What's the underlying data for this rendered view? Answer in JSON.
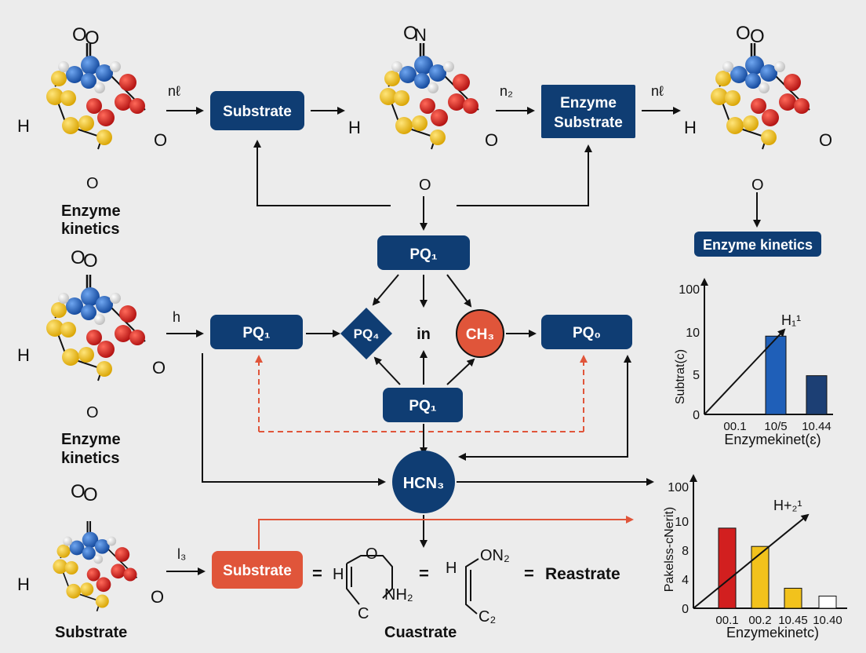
{
  "colors": {
    "navy": "#0f3d73",
    "orange": "#e0553a",
    "red": "#d21f1f",
    "yellow": "#f2c21c",
    "blue": "#1f5fb8",
    "darkblue": "#1c3f74",
    "arrow": "#111111",
    "dashed": "#e0553a"
  },
  "molecules": {
    "m1": {
      "top": "O",
      "top2": "O",
      "left": "H",
      "right": "O",
      "bottom": "O"
    },
    "m2": {
      "top": "O",
      "top2": "N",
      "left": "H",
      "right": "O",
      "bottom": "O"
    },
    "m3": {
      "top": "O",
      "top2": "O",
      "left": "H",
      "right": "O",
      "bottom": "O"
    },
    "m4": {
      "top": "O",
      "top2": "O",
      "left": "H",
      "right": "O",
      "bottom": "O"
    },
    "m5": {
      "top": "O",
      "top2": "O",
      "left": "H",
      "right": "O"
    }
  },
  "labels": {
    "enzyme_kinetics_1a": "Enzyme",
    "enzyme_kinetics_1b": "kinetics",
    "enzyme_kinetics_2a": "Enzyme",
    "enzyme_kinetics_2b": "kinetics",
    "substrate_bottom": "Substrate",
    "cuastrate": "Cuastrate",
    "arrow_n1": "nℓ",
    "arrow_n2": "n₂",
    "arrow_n3": "nℓ",
    "arrow_h": "h",
    "arrow_l3": "l₃",
    "in": "in",
    "eq1": "=",
    "eq2": "=",
    "eq3": "=",
    "reastrate": "Reastrate",
    "ring1_O": "O",
    "ring1_H": "H",
    "ring1_C": "C",
    "ring1_NH2": "NH₂",
    "ring2_H": "H",
    "ring2_ON2": "ON₂",
    "ring2_C2": "C₂"
  },
  "boxes": {
    "substrate_top": "Substrate",
    "enzyme_substrate_a": "Enzyme",
    "enzyme_substrate_b": "Substrate",
    "enzyme_kinetics_box": "Enzyme kinetics",
    "pq_top": "PQ₁",
    "pq_left": "PQ₁",
    "pq_diamond": "PQ₄",
    "ch3": "CH₃",
    "pq_right": "PQ₀",
    "pq_bottom": "PQ₁",
    "hcn3": "HCN₃",
    "substrate_orange": "Substrate"
  },
  "chart_data": [
    {
      "type": "bar",
      "categories": [
        "00.1",
        "10/5",
        "10.44"
      ],
      "values": [
        0,
        9.5,
        4.7
      ],
      "bar_colors": [
        "#1f5fb8",
        "#1f5fb8",
        "#1c3f74"
      ],
      "yticks": [
        "0",
        "5",
        "10",
        "100"
      ],
      "ylabel": "Subtrat(c)",
      "xlabel": "Enzymekinet(ɛ)",
      "annotation": "H₁¹"
    },
    {
      "type": "bar",
      "categories": [
        "00.1",
        "00.2",
        "10.45",
        "10.40"
      ],
      "values": [
        9.2,
        7.1,
        2.3,
        1.4
      ],
      "bar_colors": [
        "#d21f1f",
        "#f2c21c",
        "#f2c21c",
        "#ffffff"
      ],
      "yticks": [
        "0",
        "4",
        "8",
        "10",
        "100"
      ],
      "ylabel": "Pakelss-cNerit)",
      "xlabel": "Enzymekinetc)",
      "annotation": "H+₂¹"
    }
  ]
}
